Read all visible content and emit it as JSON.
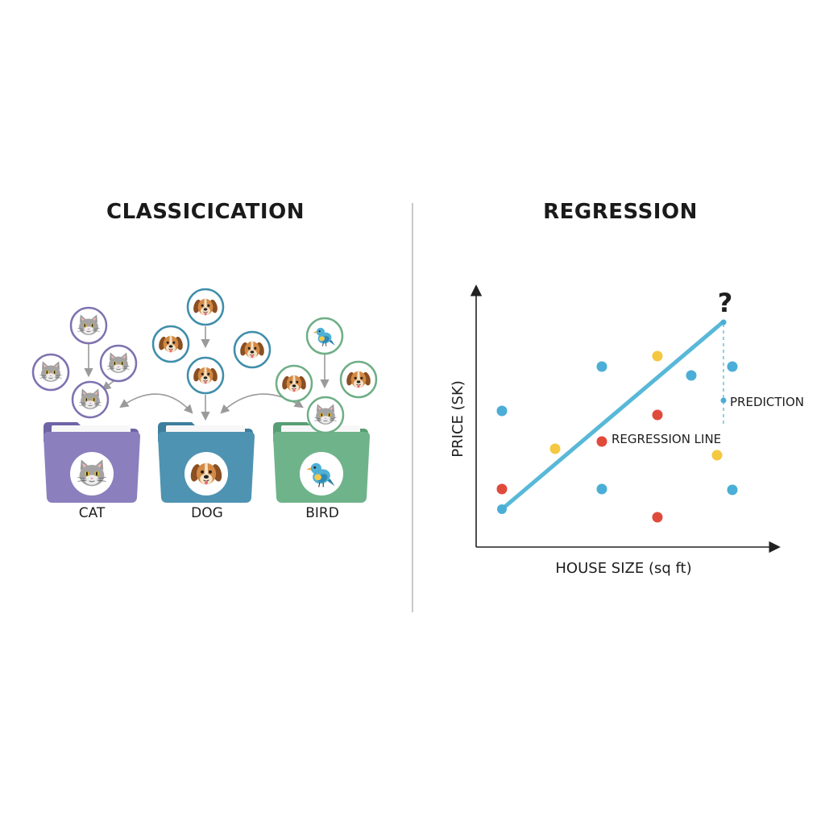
{
  "classification": {
    "title": "CLASSICICATION",
    "folders": [
      {
        "label": "CAT",
        "color": "#8b80bd",
        "tab": "#6f64a6",
        "icon": "cat-icon"
      },
      {
        "label": "DOG",
        "color": "#4f93b2",
        "tab": "#3d7e9c",
        "icon": "dog-icon"
      },
      {
        "label": "BIRD",
        "color": "#6fb38a",
        "tab": "#589e74",
        "icon": "bird-icon"
      }
    ],
    "input_icons": {
      "cat": [
        "cat-icon",
        "cat-icon",
        "cat-icon",
        "cat-icon"
      ],
      "dog": [
        "dog-icon",
        "dog-icon",
        "dog-icon",
        "dog-icon"
      ],
      "bird": [
        "bird-icon",
        "dog-icon",
        "dog-icon",
        "cat-icon"
      ]
    },
    "ring_colors": {
      "cat": "#7f72b0",
      "dog": "#3f8eaa",
      "bird": "#6fae86"
    }
  },
  "regression": {
    "title": "REGRESSION",
    "ylabel": "PRICE (SK)",
    "xlabel": "HOUSE SIZE (sq ft)",
    "line_label": "REGRESSION LINE",
    "prediction_label": "PREDICTION",
    "question_mark": "?",
    "line_color": "#58b8d8",
    "point_colors": {
      "blue": "#4aaed6",
      "red": "#e04a3b",
      "yellow": "#f5c842"
    }
  }
}
